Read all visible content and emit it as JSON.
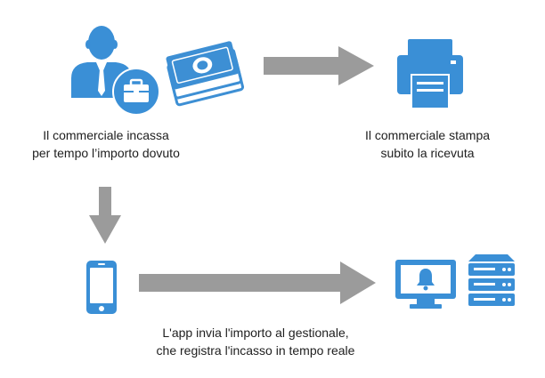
{
  "colors": {
    "accent": "#3a8fd6",
    "accent_dark": "#2f7cc0",
    "arrow": "#9b9b9b",
    "money": "#3d8fd4"
  },
  "icons": {
    "salesperson": "salesperson-icon",
    "briefcase": "briefcase-icon",
    "cash": "cash-bills-icon",
    "printer": "printer-icon",
    "smartphone": "smartphone-icon",
    "monitor": "monitor-bell-icon",
    "server": "server-icon"
  },
  "steps": {
    "collect": {
      "line1": "Il commerciale incassa",
      "line2": "per tempo l’importo dovuto"
    },
    "print": {
      "line1": "Il commerciale stampa",
      "line2": "subito la ricevuta"
    },
    "sync": {
      "line1": "L'app invia l'importo al gestionale,",
      "line2": "che registra l'incasso in tempo reale"
    }
  }
}
